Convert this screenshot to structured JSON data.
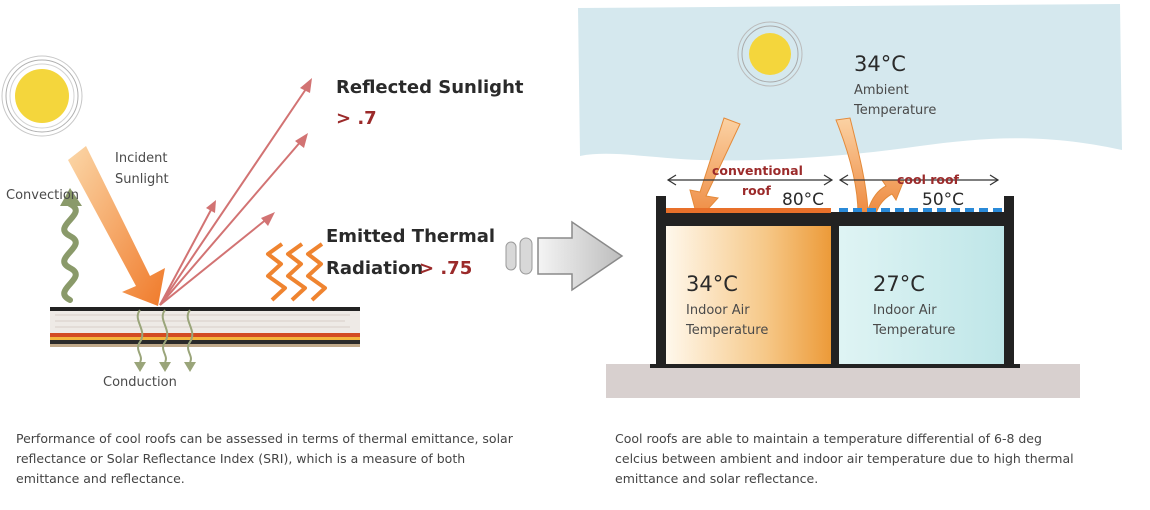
{
  "left": {
    "incident_label": [
      "Incident",
      "Sunlight"
    ],
    "convection_label": "Convection",
    "conduction_label": "Conduction",
    "reflected_label": "Reflected Sunlight",
    "reflected_value": "> .7",
    "emitted_label_1": "Emitted Thermal",
    "emitted_label_2": "Radiation",
    "emitted_value": "> .75",
    "caption": "Performance of cool roofs can be assessed in terms of thermal emittance, solar reflectance or Solar Reflectance Index (SRI), which is a measure of both emittance and reflectance."
  },
  "right": {
    "ambient_temp": "34°C",
    "ambient_label": [
      "Ambient",
      "Temperature"
    ],
    "conventional_label": [
      "conventional",
      "roof"
    ],
    "conventional_temp": "80°C",
    "cool_label": "cool roof",
    "cool_temp": "50°C",
    "indoor_left_temp": "34°C",
    "indoor_right_temp": "27°C",
    "indoor_label": [
      "Indoor Air",
      "Temperature"
    ],
    "caption": "Cool roofs are able to maintain a temperature differential of 6-8 deg celcius between ambient and indoor air temperature due to high thermal emittance and solar reflectance."
  },
  "colors": {
    "sun": "#f4d63c",
    "incident_arrow": "#f39a4a",
    "reflected_arrow": "#d27373",
    "convection": "#8a9a6a",
    "sky": "#d5e8ee",
    "conventional_room": "#f0a848",
    "cool_room": "#cfeeee",
    "ground": "#d8d0cf"
  }
}
